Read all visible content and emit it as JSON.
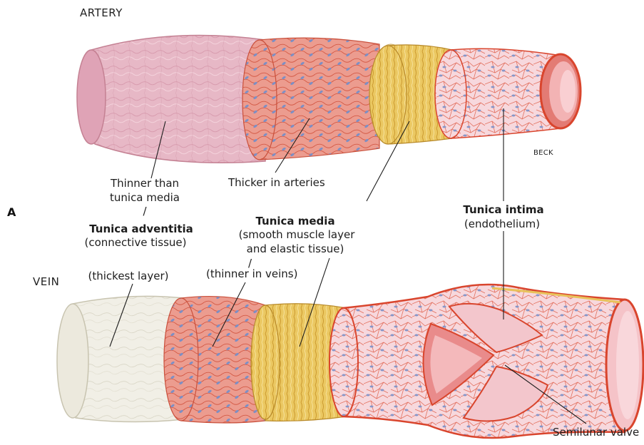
{
  "figure_letter": "A",
  "artery": {
    "title": "ARTERY",
    "signature": "BECK"
  },
  "vein": {
    "title": "VEIN"
  },
  "adventitia": {
    "note_line1": "Thinner than",
    "note_line2": "tunica media",
    "slash": "/",
    "name": "Tunica adventitia",
    "desc": "(connective tissue)",
    "vein_note": "(thickest layer)"
  },
  "media": {
    "artery_note": "Thicker in arteries",
    "name": "Tunica media",
    "desc_line1": "(smooth muscle layer",
    "desc_line2": "and elastic tissue)",
    "slash": "/",
    "vein_note": "(thinner in veins)"
  },
  "intima": {
    "name": "Tunica intima",
    "desc": "(endothelium)"
  },
  "valve": {
    "label": "Semilunar valve"
  },
  "colors": {
    "adventitia_artery": "#e7b8c6",
    "adventitia_vein": "#f1efe6",
    "media_muscle": "#e8968a",
    "elastic": "#e8c25a",
    "intima": "#f6d4da",
    "vessel_red": "#d9452d",
    "nuclei": "#7d8fc4"
  }
}
